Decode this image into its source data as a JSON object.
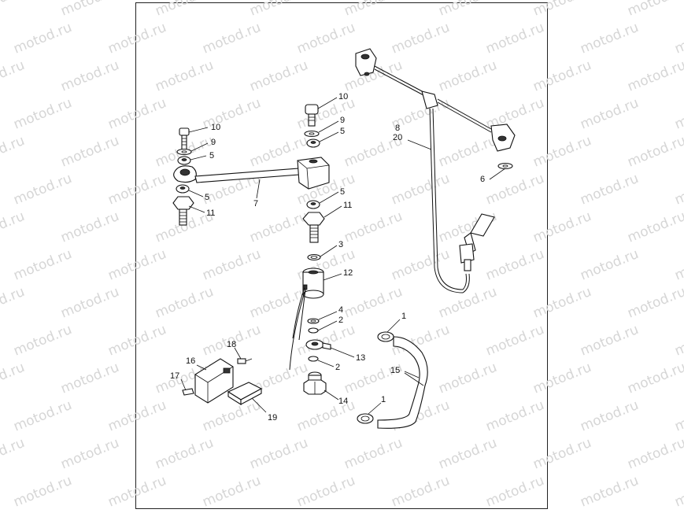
{
  "watermark": {
    "text": "motod.ru",
    "color": "#d6d6d6"
  },
  "callouts": [
    "10",
    "9",
    "5",
    "5",
    "11",
    "7",
    "10",
    "9",
    "5",
    "5",
    "11",
    "3",
    "12",
    "4",
    "2",
    "13",
    "2",
    "14",
    "8",
    "20",
    "6",
    "1",
    "15",
    "1",
    "16",
    "17",
    "18",
    "19"
  ],
  "parts": [
    {
      "id": "washer-icon"
    },
    {
      "id": "bolt-icon"
    },
    {
      "id": "nut-icon"
    },
    {
      "id": "hose-icon"
    },
    {
      "id": "clamp-icon"
    },
    {
      "id": "connector-icon"
    }
  ]
}
